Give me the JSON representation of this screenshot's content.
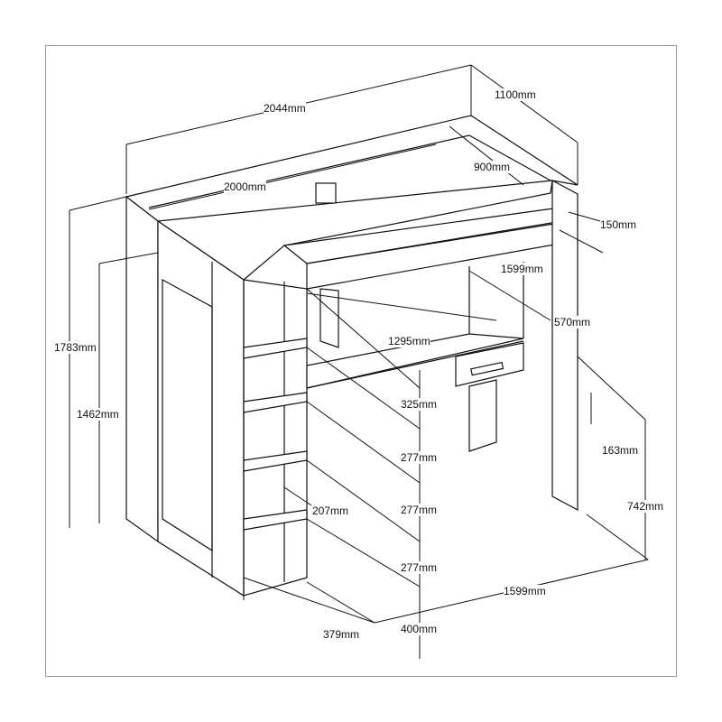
{
  "dimensions": {
    "overall_length": "2044mm",
    "overall_depth": "1100mm",
    "mattress_depth": "900mm",
    "mattress_length": "2000mm",
    "guard_height": "150mm",
    "desk_width_top": "1599mm",
    "desk_depth": "570mm",
    "desk_length": "1295mm",
    "overall_height": "1783mm",
    "wardrobe_height": "1462mm",
    "shelf_1": "325mm",
    "shelf_2": "277mm",
    "drawer_height": "163mm",
    "shelf_3": "277mm",
    "shelf_depth": "207mm",
    "desk_height": "742mm",
    "shelf_4": "277mm",
    "bottom_width": "1599mm",
    "wardrobe_depth": "379mm",
    "bottom_clearance": "400mm"
  }
}
